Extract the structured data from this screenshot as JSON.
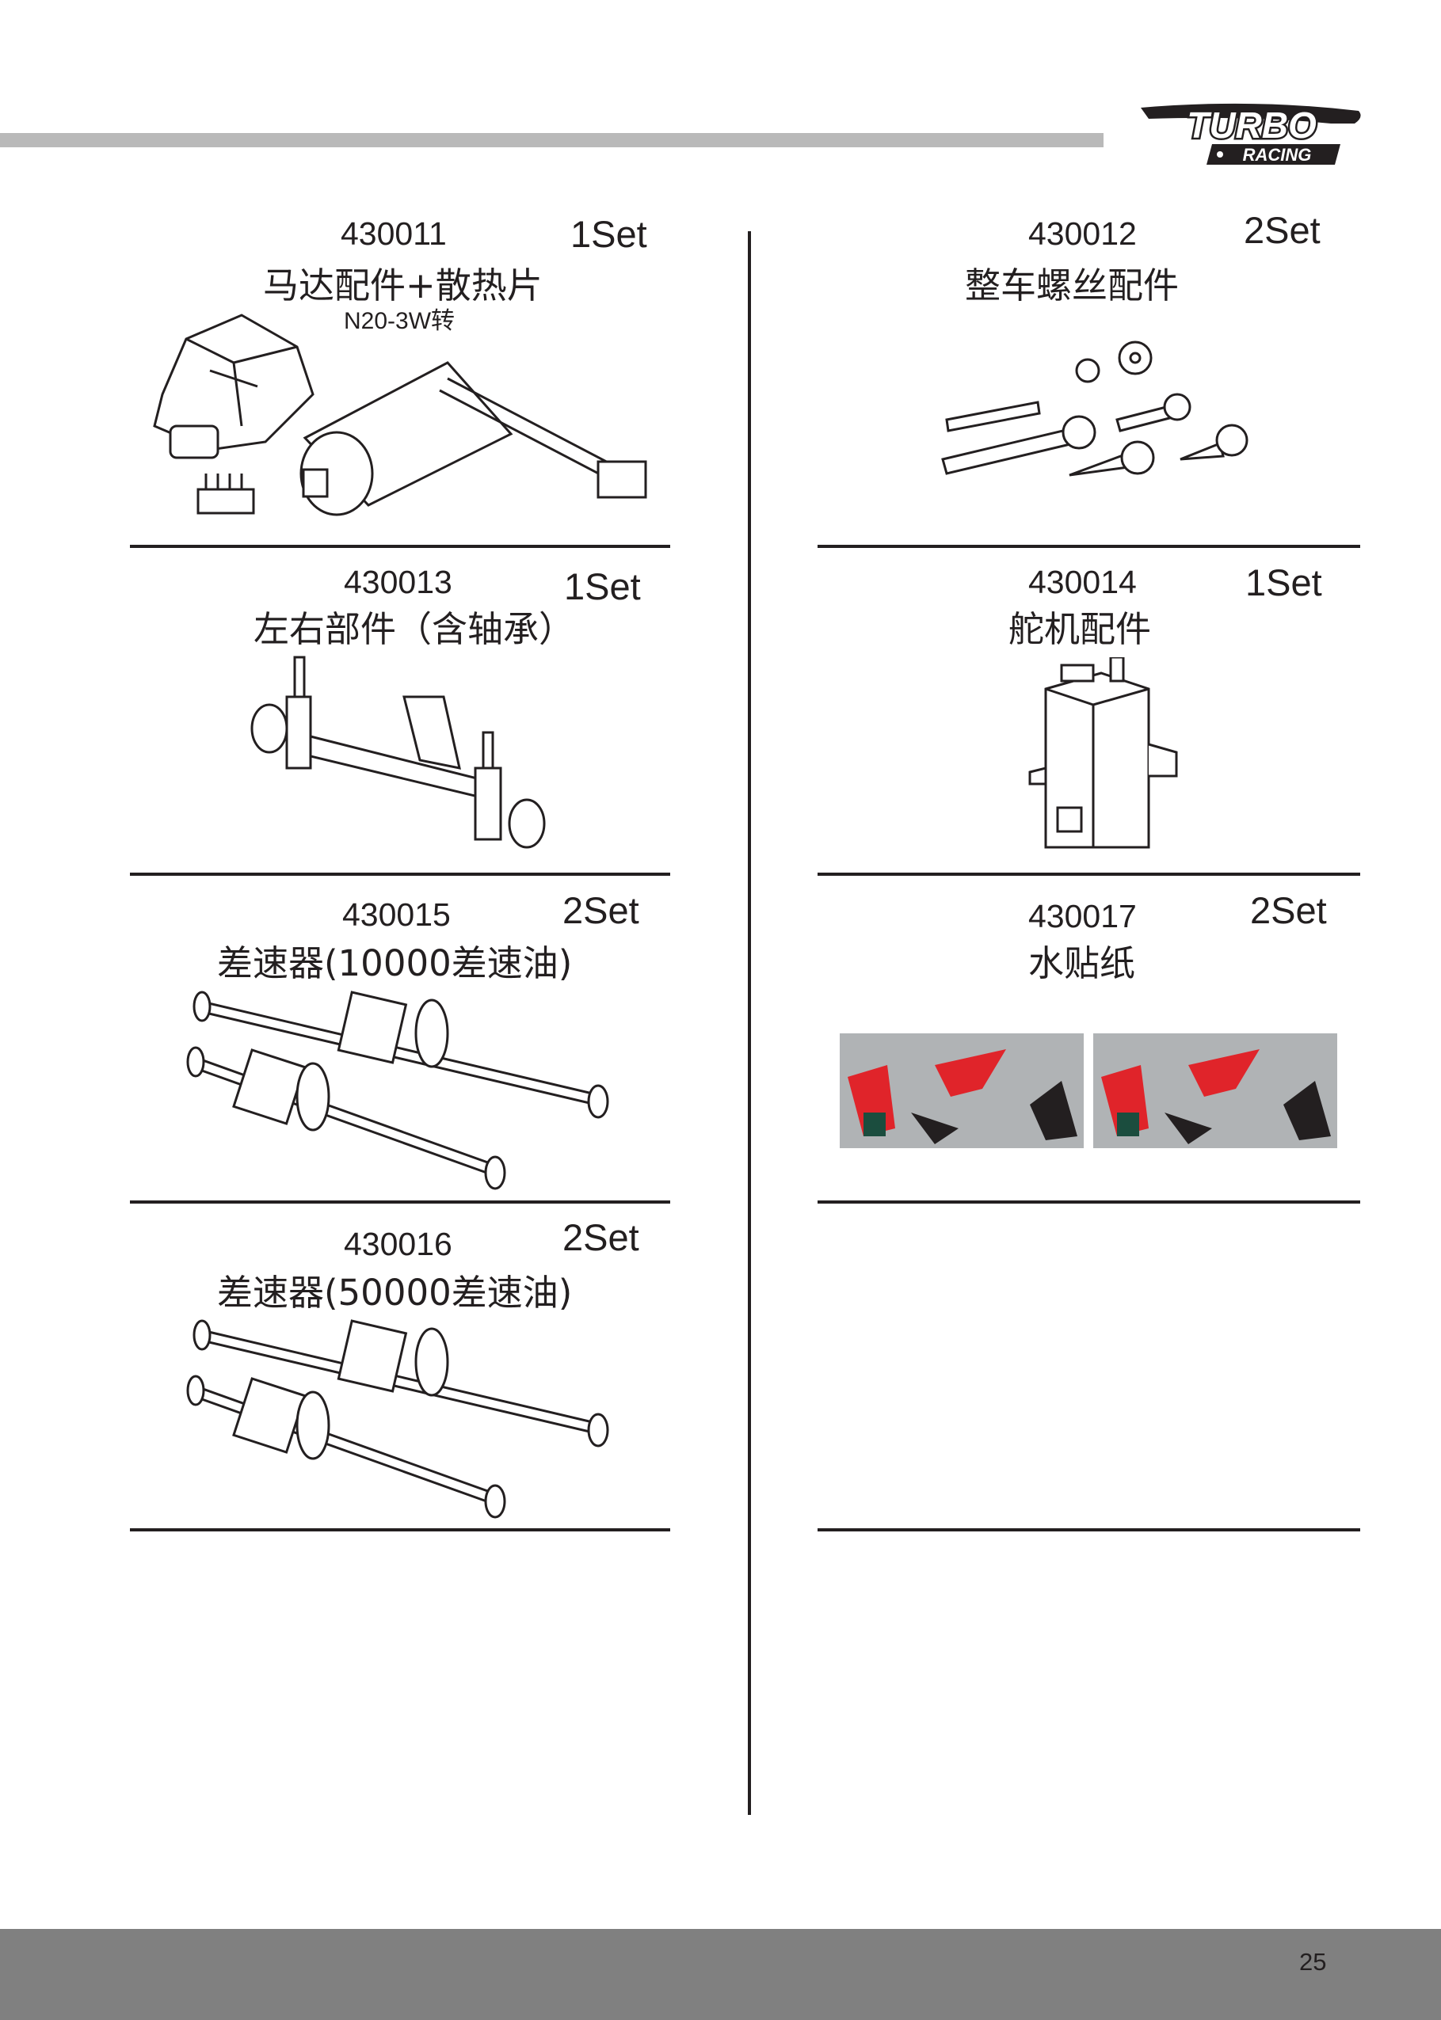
{
  "brand": {
    "line1": "TURBO",
    "line2": "RACING"
  },
  "page_number": "25",
  "parts": [
    {
      "code": "430011",
      "qty": "1Set",
      "name": "马达配件+散热片",
      "note": "N20-3W转"
    },
    {
      "code": "430012",
      "qty": "2Set",
      "name": "整车螺丝配件"
    },
    {
      "code": "430013",
      "qty": "1Set",
      "name": "左右部件（含轴承）"
    },
    {
      "code": "430014",
      "qty": "1Set",
      "name": "舵机配件"
    },
    {
      "code": "430015",
      "qty": "2Set",
      "name": "差速器(10000差速油)"
    },
    {
      "code": "430017",
      "qty": "2Set",
      "name": "水贴纸"
    },
    {
      "code": "430016",
      "qty": "2Set",
      "name": "差速器(50000差速油)"
    }
  ],
  "colors": {
    "top_bar": "#b9b9b9",
    "footer": "#808080",
    "ink": "#231f20",
    "decal_red": "#e0242a",
    "decal_gray": "#b0b3b5"
  }
}
